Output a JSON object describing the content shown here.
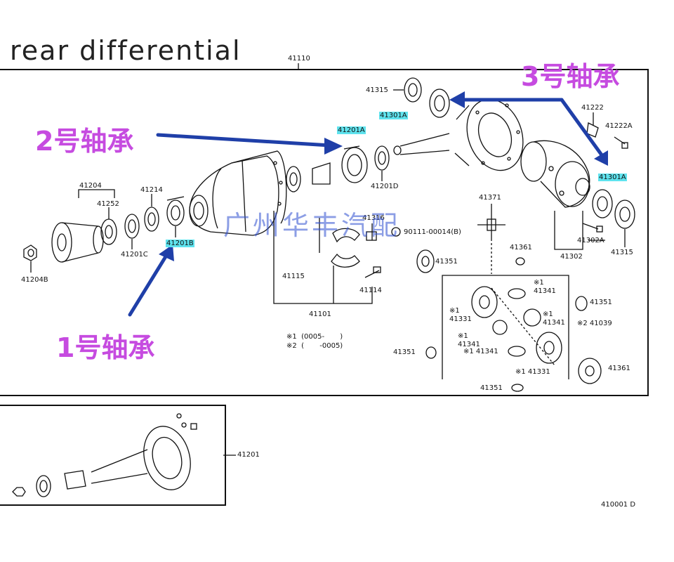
{
  "title": "rear differential",
  "watermark": "广州华丰汽配",
  "callouts": {
    "bearing1": "1号轴承",
    "bearing2": "2号轴承",
    "bearing3": "3号轴承"
  },
  "colors": {
    "callout": "#c64be0",
    "arrow": "#1f3fa8",
    "highlight": "#5fe3ee",
    "watermark": "#2f4fd0"
  },
  "parts": {
    "p41110": "41110",
    "p41315a": "41315",
    "p41301a_top": "41301A",
    "p41222": "41222",
    "p41222a": "41222A",
    "p41201a": "41201A",
    "p41201d": "41201D",
    "p41301a_right": "41301A",
    "p41204": "41204",
    "p41214": "41214",
    "p41252": "41252",
    "p41201c": "41201C",
    "p41201b": "41201B",
    "p41204b": "41204B",
    "p41371": "41371",
    "p41316": "41316",
    "p90111": "90111-00014(B)",
    "p41302a": "41302A",
    "p41315b": "41315",
    "p41302": "41302",
    "p41361a": "41361",
    "p41351_mid": "41351",
    "p41115": "41115",
    "p41114": "41114",
    "p41101": "41101",
    "p41341_top": "※1\n41341",
    "p41351_r": "41351",
    "p41331_l": "※1\n41331",
    "p41341_mid": "※1\n41341",
    "p41039": "※2 41039",
    "p41341_low": "※1\n41341",
    "p41341_bot": "※1 41341",
    "p41331_bot": "※1 41331",
    "p41351_left": "41351",
    "p41361_r": "41361",
    "p41351_bottom": "41351",
    "note1": "※1  (0005-       )",
    "note2": "※2  (       -0005)",
    "p41201": "41201",
    "diagram_code": "410001 D"
  }
}
